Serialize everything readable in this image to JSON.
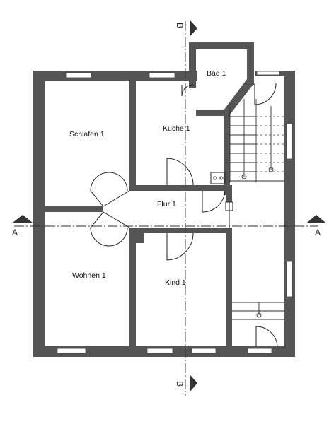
{
  "rooms": {
    "bad": "Bad 1",
    "kueche": "Küche 1",
    "schlafen": "Schlafen 1",
    "flur": "Flur 1",
    "wohnen": "Wohnen 1",
    "kind": "Kind 1"
  },
  "section_marks": {
    "a_left": "A",
    "a_right": "A",
    "b_top": "B",
    "b_bottom": "B"
  }
}
